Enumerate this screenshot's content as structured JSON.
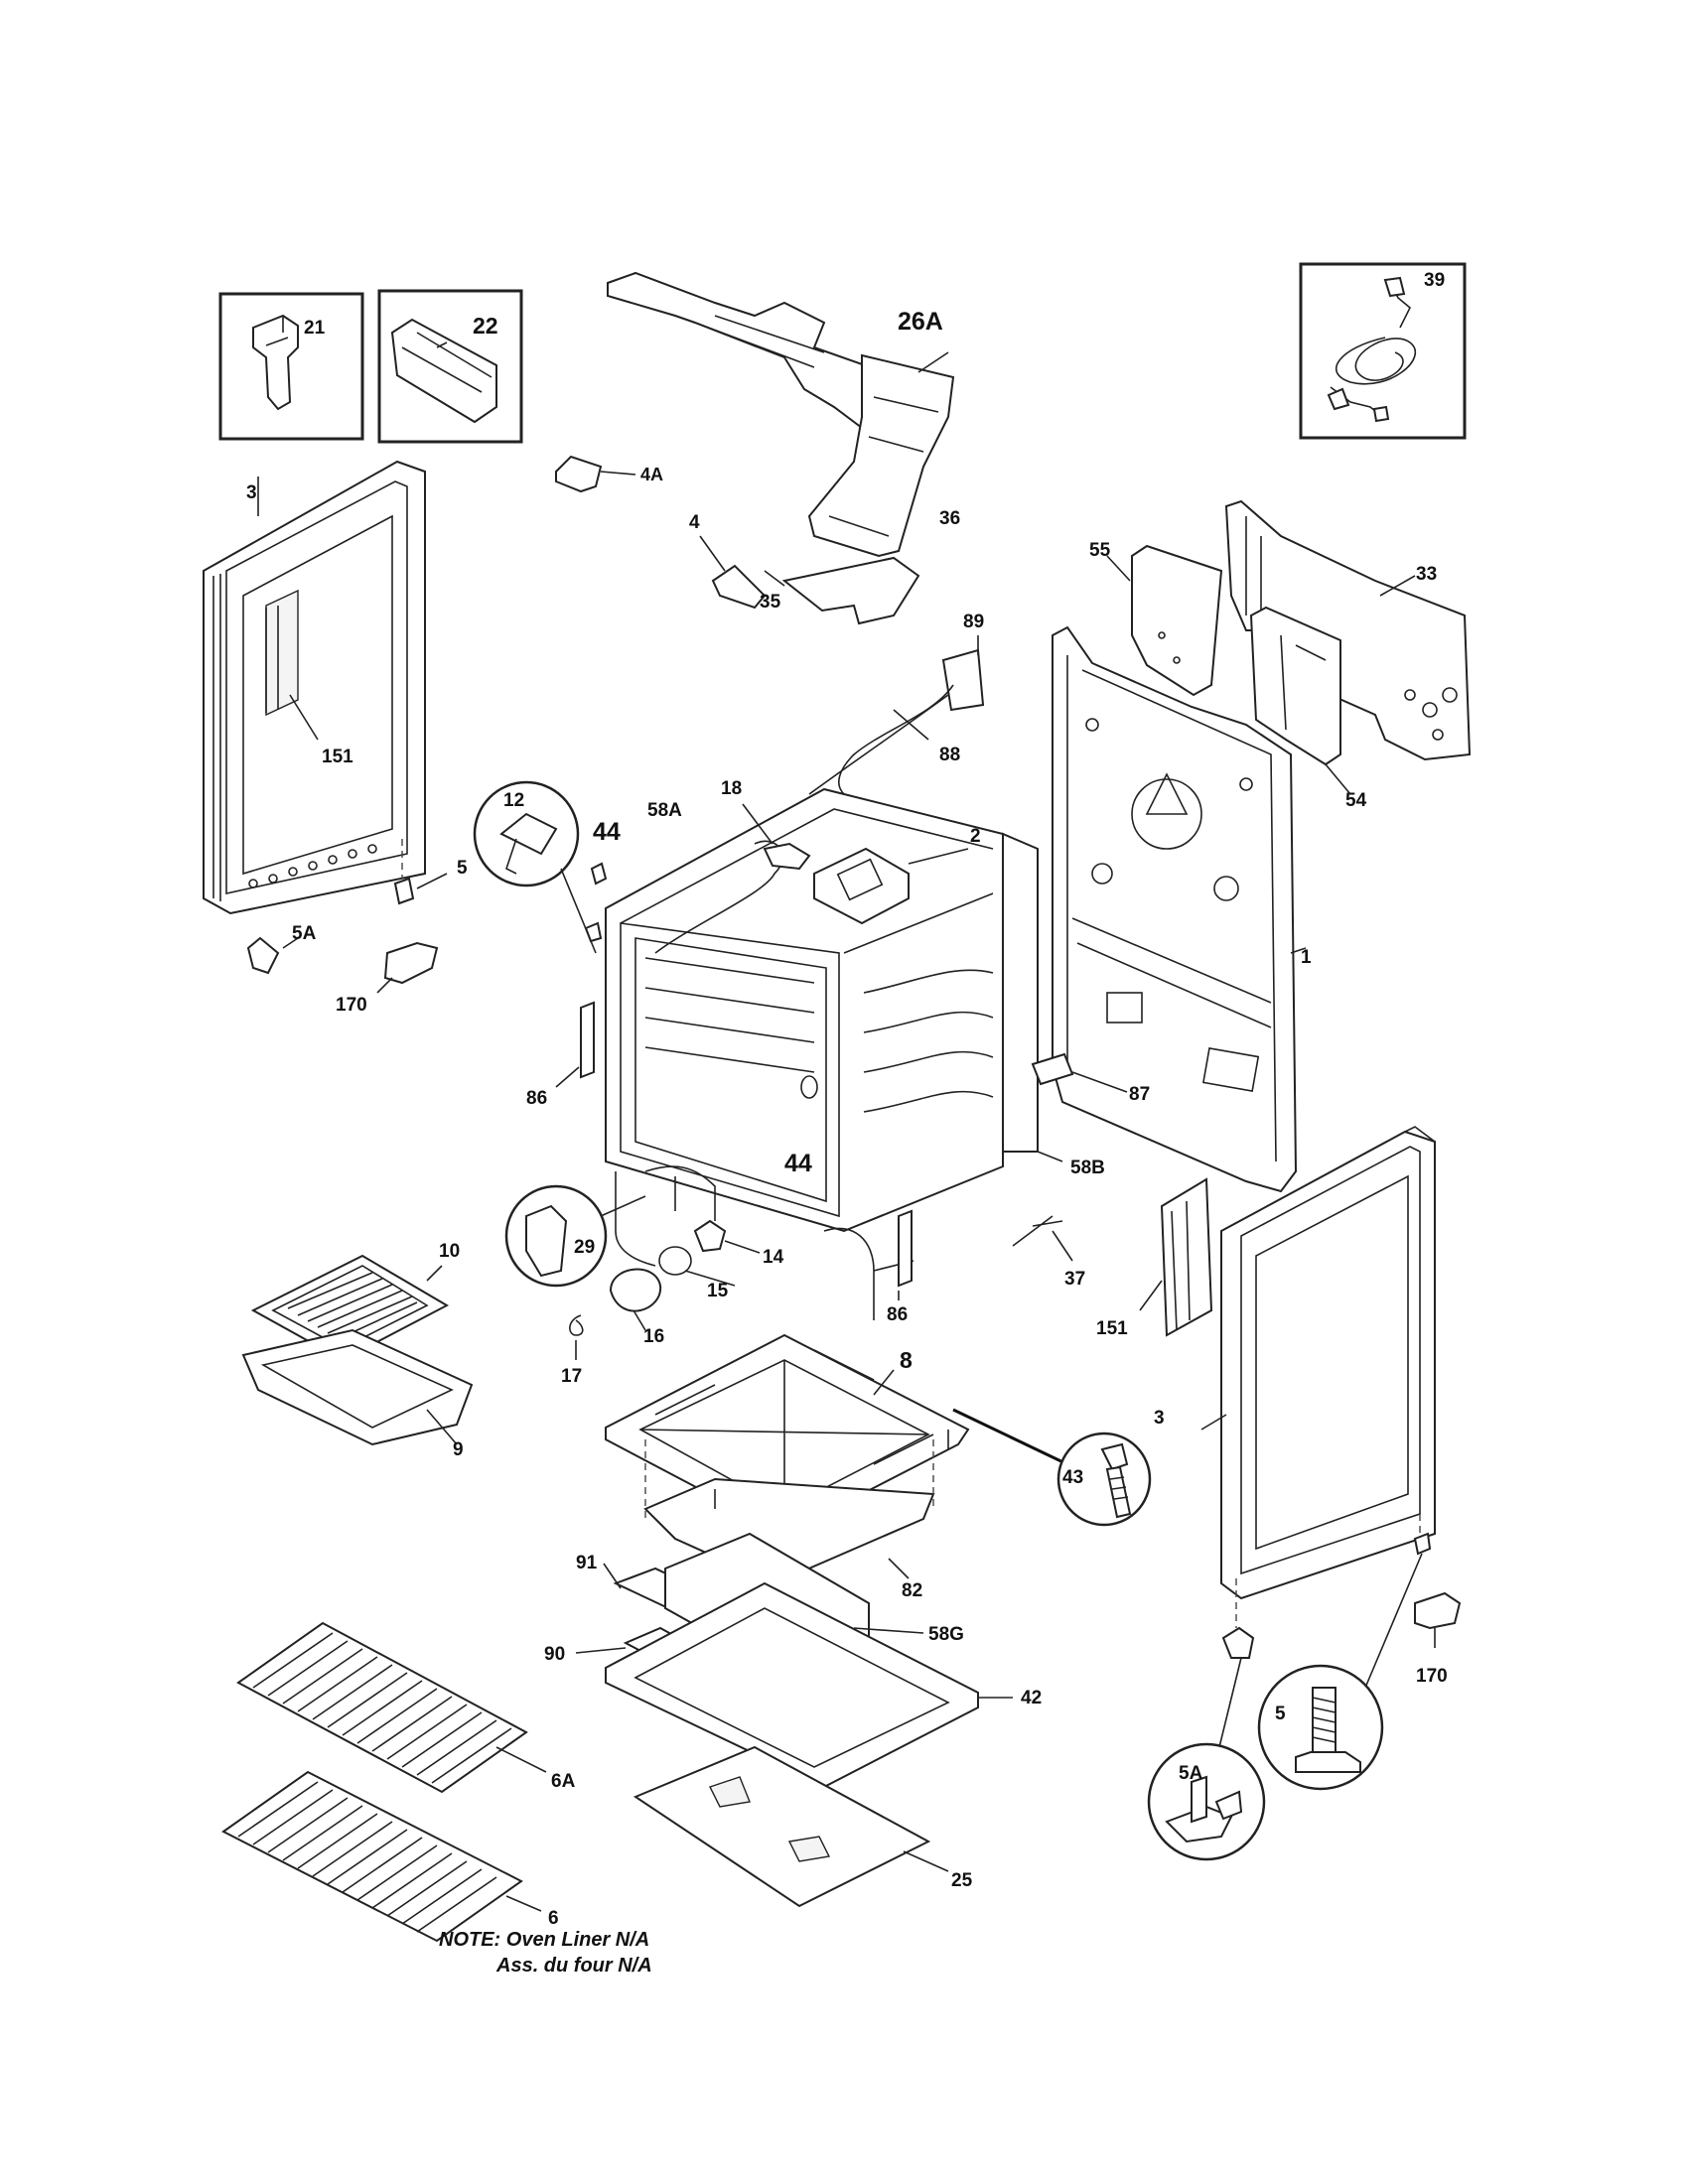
{
  "labels": {
    "l21": "21",
    "l22": "22",
    "l26A": "26A",
    "l39": "39",
    "l4A": "4A",
    "l3a": "3",
    "l4": "4",
    "l36": "36",
    "l55": "55",
    "l33": "33",
    "l35": "35",
    "l89": "89",
    "l151a": "151",
    "l88": "88",
    "l54": "54",
    "l12": "12",
    "l44a": "44",
    "l58A": "58A",
    "l18": "18",
    "l2": "2",
    "l5a": "5",
    "l5Aa": "5A",
    "l1": "1",
    "l170a": "170",
    "l87": "87",
    "l86a": "86",
    "l58B": "58B",
    "l44b": "44",
    "l29": "29",
    "l14": "14",
    "l10": "10",
    "l37": "37",
    "l15": "15",
    "l86b": "86",
    "l151b": "151",
    "l16": "16",
    "l17": "17",
    "l8": "8",
    "l9": "9",
    "l3b": "3",
    "l43": "43",
    "l82": "82",
    "l91": "91",
    "l58G": "58G",
    "l90": "90",
    "l42": "42",
    "l170b": "170",
    "l5b": "5",
    "l5Ab": "5A",
    "l6A": "6A",
    "l6": "6",
    "l25": "25"
  },
  "note": {
    "line1": "NOTE: Oven Liner N/A",
    "line2": "Ass. du four N/A"
  }
}
